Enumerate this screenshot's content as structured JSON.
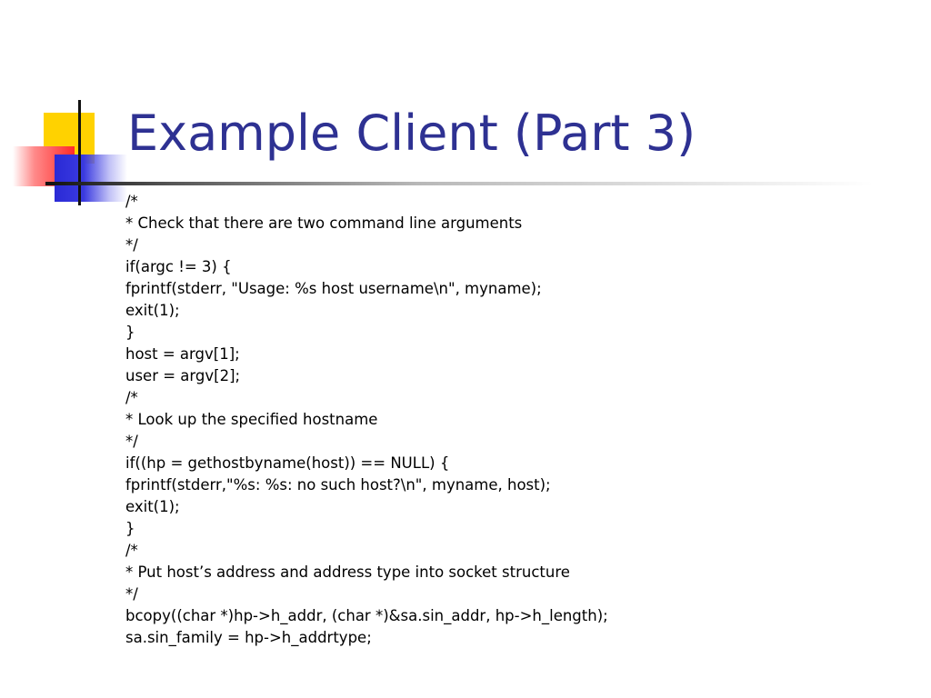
{
  "slide": {
    "title": "Example Client (Part 3)",
    "code_lines": [
      "/*",
      "* Check that there are two command line arguments",
      "*/",
      "if(argc != 3) {",
      "fprintf(stderr, \"Usage: %s host username\\n\", myname);",
      "exit(1);",
      "}",
      "host = argv[1];",
      "user = argv[2];",
      "/*",
      "* Look up the specified hostname",
      "*/",
      "if((hp = gethostbyname(host)) == NULL) {",
      "fprintf(stderr,\"%s: %s: no such host?\\n\", myname, host);",
      "exit(1);",
      "}",
      "/*",
      "* Put host’s address and address type into socket structure",
      "*/",
      "bcopy((char *)hp->h_addr, (char *)&sa.sin_addr, hp->h_length);",
      "sa.sin_family = hp->h_addrtype;"
    ]
  },
  "colors": {
    "title": "#2e3192",
    "text": "#000000",
    "accent_yellow": "#ffd200",
    "accent_red": "#ff2a2a",
    "accent_blue": "#2a2ad6"
  }
}
